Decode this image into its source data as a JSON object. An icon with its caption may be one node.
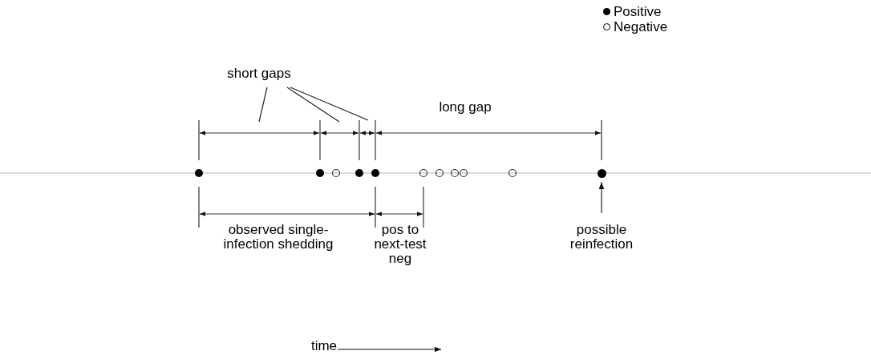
{
  "diagram": {
    "nodes": [
      {
        "text": [
          "short gaps"
        ]
      },
      {
        "text": [
          "possible reinfection"
        ]
      },
      {
        "text": [],
        "shape": "circle"
      }
    ],
    "edges": [
      {
        "from": 0,
        "to": null,
        "arrow": "none"
      },
      {
        "from": 0,
        "to": null,
        "arrow": "none"
      },
      {
        "from": 0,
        "to": null,
        "arrow": "none"
      },
      {
        "from": 1,
        "to": 2,
        "arrow": "to"
      }
    ],
    "labels": [
      "long gap",
      "observed single-infection shedding",
      "pos to next-test neg",
      "time"
    ],
    "legend": [
      {
        "text": "Positive"
      },
      {
        "text": "Negative"
      }
    ]
  }
}
